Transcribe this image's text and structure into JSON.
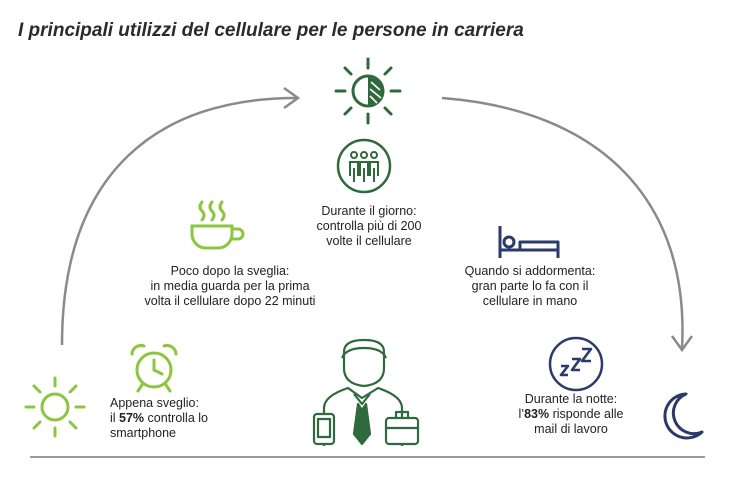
{
  "title": "I principali utilizzi del cellulare per le persone in carriera",
  "colors": {
    "dark_green": "#2e6a3c",
    "lime_green": "#8cc63f",
    "navy": "#2b3a6b",
    "arc_gray": "#8a8a8a"
  },
  "steps": {
    "wake": {
      "line1": "Appena sveglio:",
      "line2_prefix": "il ",
      "line2_bold": "57%",
      "line2_suffix": " controlla lo",
      "line3": "smartphone",
      "icon": "alarm-clock-icon"
    },
    "morning": {
      "line1": "Poco dopo la sveglia:",
      "line2": "in media guarda per la prima",
      "line3": "volta il cellulare dopo 22 minuti",
      "icon": "coffee-cup-icon"
    },
    "day": {
      "line1": "Durante il giorno:",
      "line2": "controlla più di 200",
      "line3": "volte il cellulare",
      "icon": "people-group-icon"
    },
    "sleep": {
      "line1": "Quando si addormenta:",
      "line2": "gran parte lo fa con il",
      "line3": "cellulare in mano",
      "icon": "bed-icon"
    },
    "night": {
      "line1": "Durante la notte:",
      "line2_prefix": "l’",
      "line2_bold": "83%",
      "line2_suffix": " risponde alle",
      "line3": "mail di lavoro",
      "icon": "sleep-zzz-icon"
    }
  }
}
